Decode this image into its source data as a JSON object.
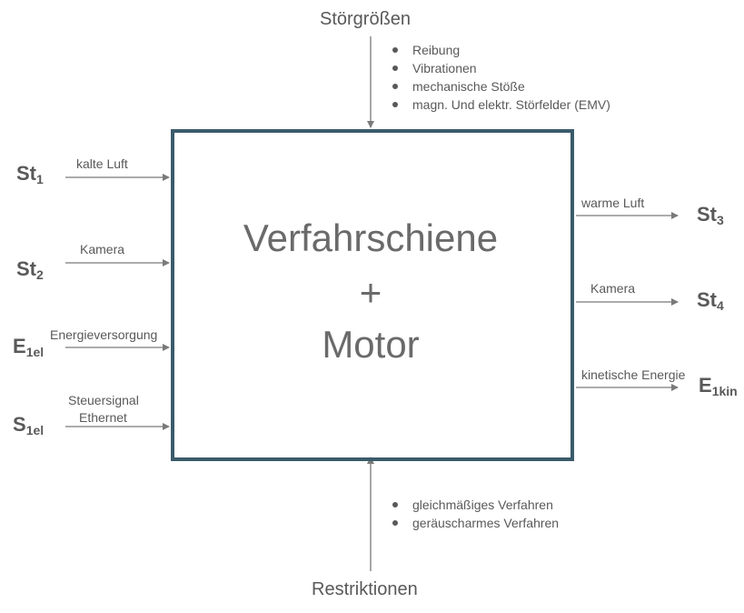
{
  "top": {
    "title": "Störgrößen",
    "items": [
      "Reibung",
      "Vibrationen",
      "mechanische Stöße",
      "magn. Und elektr. Störfelder (EMV)"
    ]
  },
  "bottom": {
    "title": "Restriktionen",
    "items": [
      "gleichmäßiges Verfahren",
      "geräuscharmes Verfahren"
    ]
  },
  "system": {
    "line1": "Verfahrschiene",
    "plus": "+",
    "line2": "Motor"
  },
  "inputs": [
    {
      "base": "St",
      "sub": "1",
      "label": "kalte Luft"
    },
    {
      "base": "St",
      "sub": "2",
      "label": "Kamera"
    },
    {
      "base": "E",
      "sub": "1el",
      "label": "Energieversorgung"
    },
    {
      "base": "S",
      "sub": "1el",
      "label": "Steuersignal",
      "label2": "Ethernet"
    }
  ],
  "outputs": [
    {
      "base": "St",
      "sub": "3",
      "label": "warme Luft"
    },
    {
      "base": "St",
      "sub": "4",
      "label": "Kamera"
    },
    {
      "base": "E",
      "sub": "1kin",
      "label": "kinetische Energie"
    }
  ]
}
